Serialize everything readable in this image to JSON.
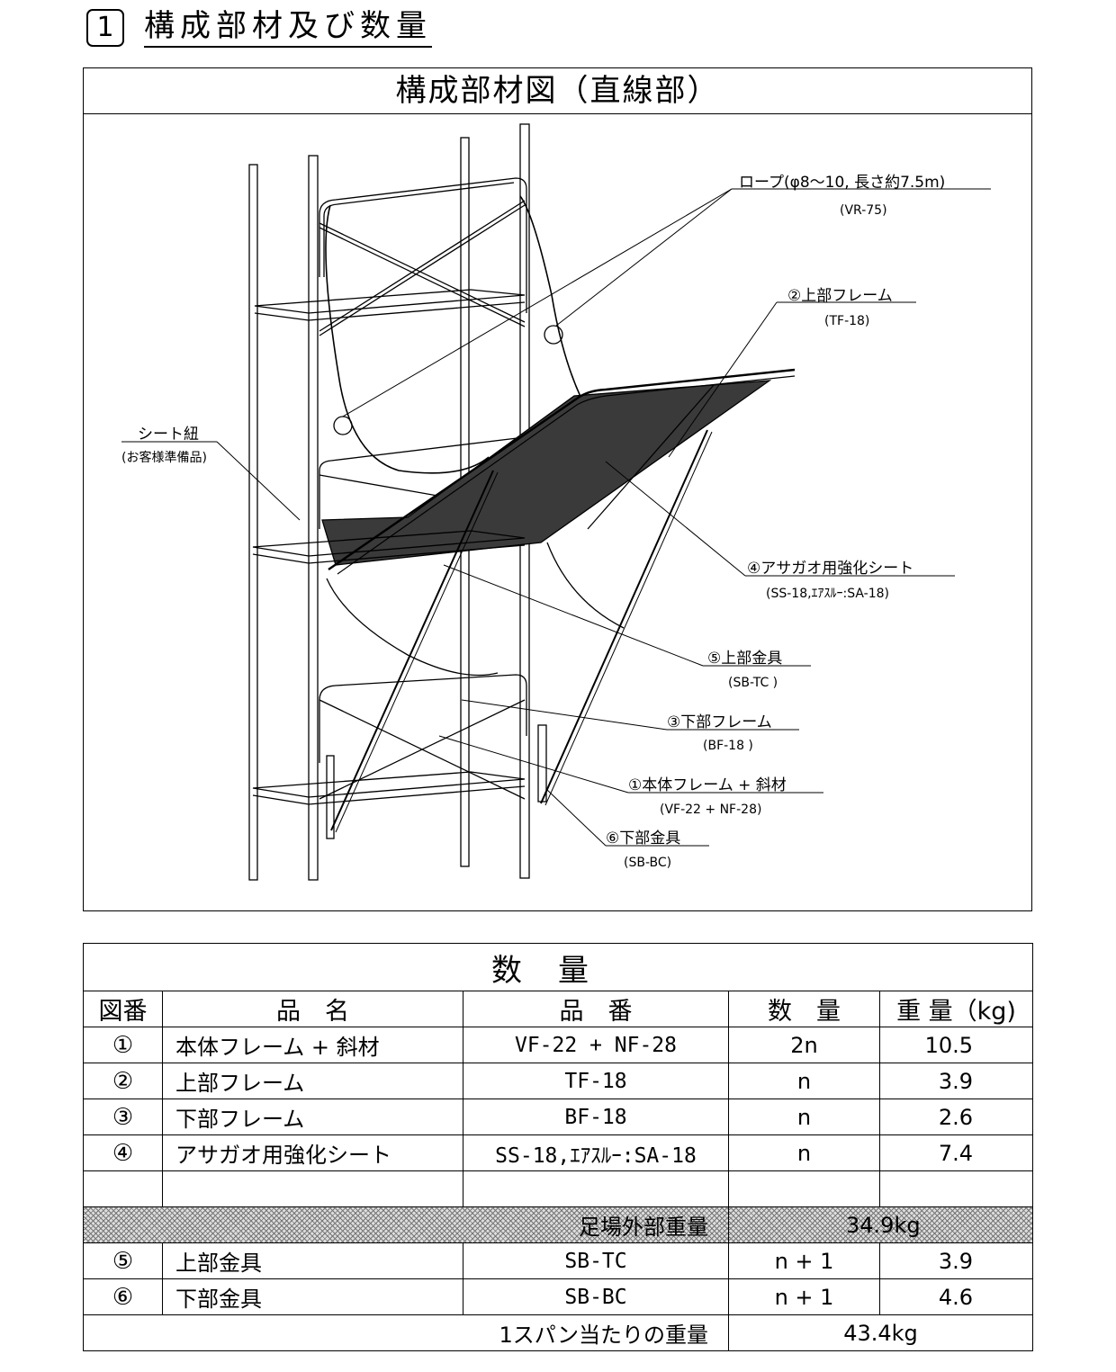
{
  "heading": {
    "number": "1",
    "title": "構成部材及び数量"
  },
  "figure": {
    "title": "構成部材図（直線部）",
    "labels": [
      {
        "name": "ロープ(φ8〜10, 長さ約7.5m)",
        "code": "(VR-75)"
      },
      {
        "name": "②上部フレーム",
        "code": "(TF-18)"
      },
      {
        "name": "シート紐",
        "code": "(お客様準備品)"
      },
      {
        "name": "④アサガオ用強化シート",
        "code": "(SS-18,ｴｱｽﾙｰ:SA-18)"
      },
      {
        "name": "⑤上部金具",
        "code": "(SB-TC )"
      },
      {
        "name": "③下部フレーム",
        "code": "(BF-18 )"
      },
      {
        "name": "①本体フレーム + 斜材",
        "code": "(VF-22 + NF-28)"
      },
      {
        "name": "⑥下部金具",
        "code": "(SB-BC)"
      }
    ]
  },
  "table": {
    "caption": "数量",
    "headers": [
      "図番",
      "品　名",
      "品　番",
      "数　量",
      "重 量（kg)"
    ],
    "rows": [
      {
        "no": "①",
        "name": "本体フレーム + 斜材",
        "code": "VF-22 + NF-28",
        "qty": "2n",
        "weight": "10.5"
      },
      {
        "no": "②",
        "name": "上部フレーム",
        "code": "TF-18",
        "qty": "n",
        "weight": "3.9"
      },
      {
        "no": "③",
        "name": "下部フレーム",
        "code": "BF-18",
        "qty": "n",
        "weight": "2.6"
      },
      {
        "no": "④",
        "name": "アサガオ用強化シート",
        "code": "SS-18,ｴｱｽﾙｰ:SA-18",
        "qty": "n",
        "weight": "7.4"
      }
    ],
    "subtotal": {
      "label": "足場外部重量",
      "value": "34.9kg"
    },
    "rows2": [
      {
        "no": "⑤",
        "name": "上部金具",
        "code": "SB-TC",
        "qty": "n + 1",
        "weight": "3.9"
      },
      {
        "no": "⑥",
        "name": "下部金具",
        "code": "SB-BC",
        "qty": "n + 1",
        "weight": "4.6"
      }
    ],
    "total": {
      "label": "1スパン当たりの重量",
      "value": "43.4kg"
    }
  }
}
